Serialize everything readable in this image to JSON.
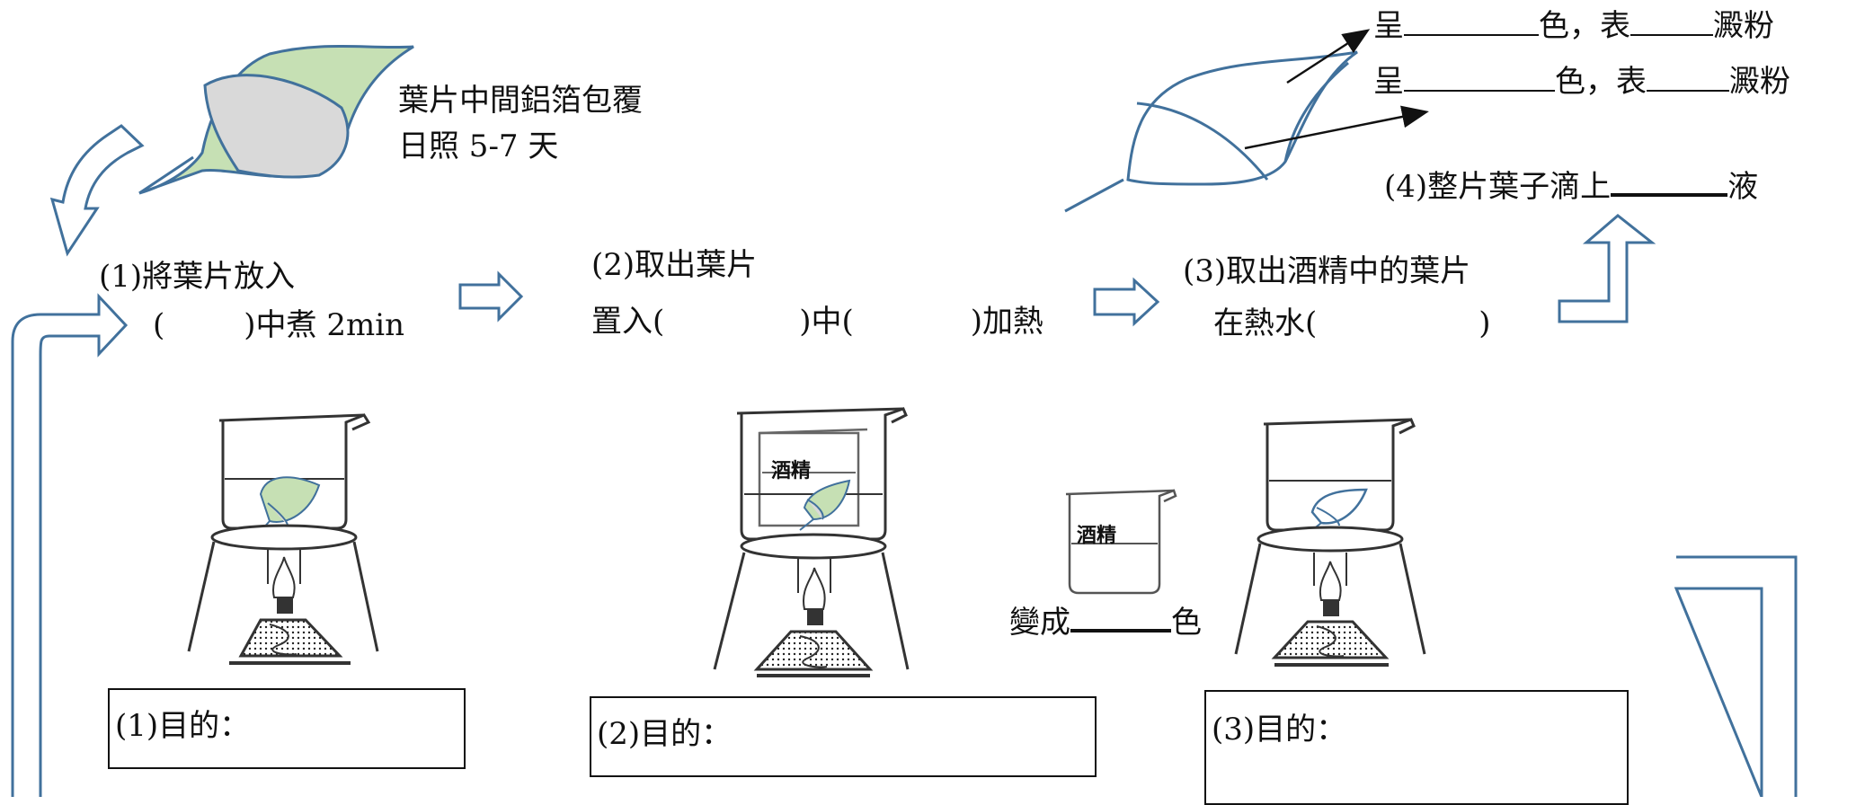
{
  "intro": {
    "line1": "葉片中間鋁箔包覆",
    "line2": "日照 5-7 天"
  },
  "step1": {
    "title": "(1)將葉片放入",
    "open": "(",
    "close": ")中煮 2min"
  },
  "step2": {
    "title": "(2)取出葉片",
    "p1": "置入(",
    "p2": ")中(",
    "p3": ")加熱"
  },
  "step3": {
    "title": "(3)取出酒精中的葉片",
    "p1": "在熱水(",
    "p2": ")"
  },
  "step4": {
    "p1": "(4)整片葉子滴上",
    "p2": "液"
  },
  "result": {
    "row1": {
      "a": "呈",
      "b": "色，表",
      "c": "澱粉"
    },
    "row2": {
      "a": "呈",
      "b": "色，表",
      "c": "澱粉"
    }
  },
  "alcohol": {
    "beaker_label": "酒精",
    "change_a": "變成",
    "change_b": "色"
  },
  "purposes": {
    "p1": "(1)目的：",
    "p2": "(2)目的：",
    "p3": "(3)目的："
  },
  "colors": {
    "arrow": "#41719c",
    "leaf_green": "#c6e0b4",
    "foil": "#d9d9d9",
    "leaf_edge": "#41719c",
    "ink": "#111111"
  }
}
